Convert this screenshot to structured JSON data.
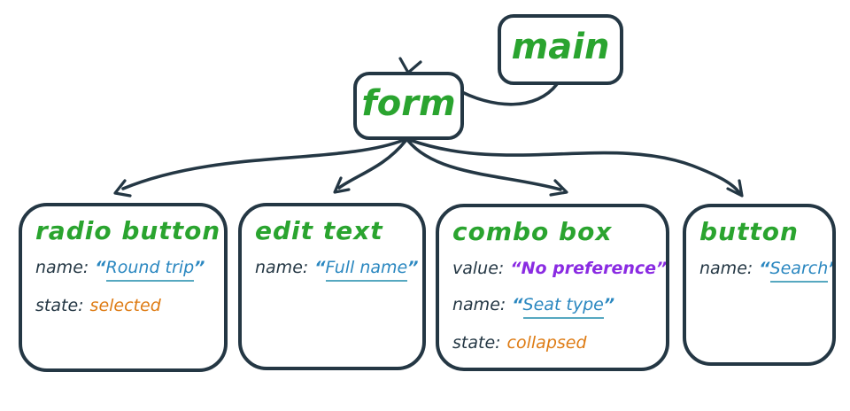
{
  "palette": {
    "ink": "#243744",
    "green": "#2aa42f",
    "blue": "#2a87c0",
    "underline": "#56a8c0",
    "purple": "#8a2be2",
    "orange": "#de7c15",
    "background": "#ffffff"
  },
  "punct": {
    "open": "“",
    "close": "”"
  },
  "nodes": {
    "main": {
      "title": "main"
    },
    "form": {
      "title": "form"
    },
    "children": [
      {
        "title": "radio button",
        "props": [
          {
            "key": "name:",
            "value": "Round trip"
          },
          {
            "key": "state:",
            "value": "selected"
          }
        ]
      },
      {
        "title": "edit text",
        "props": [
          {
            "key": "name:",
            "value": "Full name"
          }
        ]
      },
      {
        "title": "combo box",
        "props": [
          {
            "key": "value:",
            "value": "No preference"
          },
          {
            "key": "name:",
            "value": "Seat type"
          },
          {
            "key": "state:",
            "value": "collapsed"
          }
        ]
      },
      {
        "title": "button",
        "props": [
          {
            "key": "name:",
            "value": "Search"
          }
        ]
      }
    ]
  }
}
